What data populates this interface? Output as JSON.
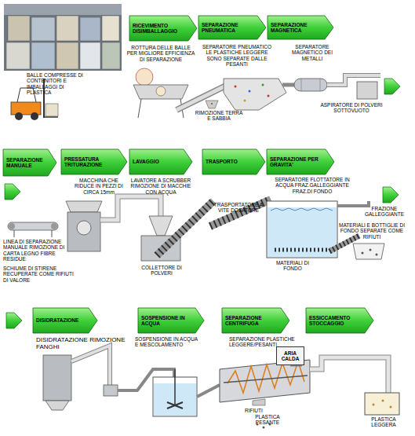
{
  "diagram": {
    "nodes": [
      {
        "text": [
          "RICEVIMENTO DISIMBALLAGGIO"
        ]
      },
      {
        "text": [
          "SEPARAZIONE PNEUMATICA"
        ]
      },
      {
        "text": [
          "SEPARAZIONE MAGNETICA"
        ]
      },
      {
        "text": [
          "SEPARAZIONE MANUALE"
        ]
      },
      {
        "text": [
          "PRESSATURA TRITURAZIONE"
        ]
      },
      {
        "text": [
          "LAVAGGIO"
        ]
      },
      {
        "text": [
          "TRASPORTO"
        ]
      },
      {
        "text": [
          "SEPARAZIONE PER GRAVITA'"
        ]
      },
      {
        "text": [
          "DISIDRATAZIONE"
        ]
      },
      {
        "text": [
          "SOSPENSIONE IN ACQUA"
        ]
      },
      {
        "text": [
          "SEPARAZIONE CENTRIFUGA"
        ]
      },
      {
        "text": [
          "ESSICCAMENTO STOCCAGGIO"
        ]
      },
      {
        "text": [
          "ARIA CALDA"
        ]
      }
    ],
    "labels": [
      "BALLE COMPRESSE DI CONTENITORI E IMBALLAGGI DI PLASTICA",
      "ROTTURA DELLE BALLE PER MIGLIORE EFFICIENZA DI SEPARAZIONE",
      "SEPARATORE PNEUMATICO LE PLASTICHE LEGGERE SONO SEPARATE DALLE PESANTI",
      "RIMOZIONE TERRA E SABBIA",
      "SEPARATORE MAGNETICO DEI METALLI",
      "ASPIRATORE DI POLVERI SOTTOVUOTO",
      "MACCHINA CHE RIDUCE IN PEZZI DI CIRCA 15mm",
      "LAVATORE A SCRUBBER RIMOZIONE DI MACCHIE CON ACQUA",
      "TRASPORTATORE A VITE DOSATORE",
      "SEPARATORE FLOTTATORE IN ACQUA FRAZ.GALLEGGIANTE FRAZ.DI FONDO",
      "FRAZIONE GALLEGGIANTE",
      "MATERIALI E BOTTIGLIE DI FONDO SEPARATE COME RIFIUTI",
      "MATERIALI DI FONDO",
      "LINEA DI SEPARAZIONE MANUALE RIMOZIONE DI CARTA LEGNO FIBRE RESIDUE",
      "SCHIUME DI STIRENE RECUPERATE COME RIFIUTI DI VALORE",
      "COLLETTORE DI POLVERI",
      "DISIDRATAZIONE RIMOZIONE FANGHI",
      "SOSPENSIONE IN ACQUA E MESCOLAMENTO",
      "SEPARAZIONE PLASTICHE LEGGERE/PESANTI",
      "RIFIUTI",
      "PLASTICA PESANTE",
      "PLASTICA LEGGERA"
    ]
  }
}
